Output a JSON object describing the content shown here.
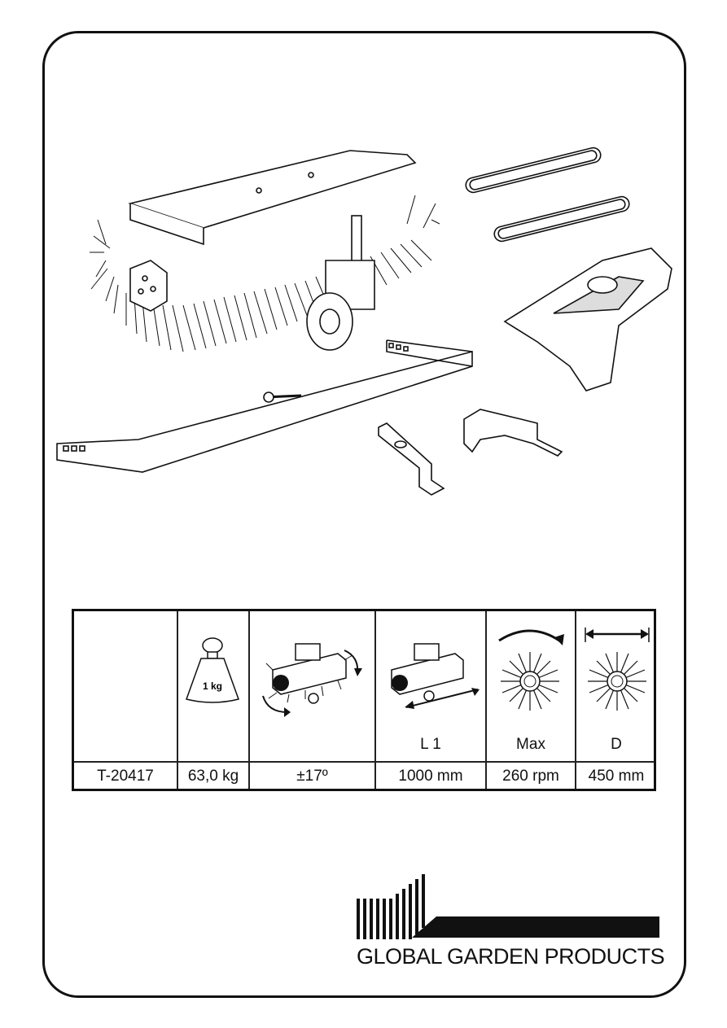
{
  "spec_table": {
    "model": "T-20417",
    "weight": {
      "icon_label": "1 kg",
      "value": "63,0 kg"
    },
    "tilt": {
      "value": "±17º"
    },
    "length": {
      "label": "L 1",
      "value": "1000 mm"
    },
    "speed": {
      "label": "Max",
      "value": "260 rpm"
    },
    "diameter": {
      "label": "D",
      "value": "450 mm"
    }
  },
  "brand": {
    "name": "GLOBAL GARDEN PRODUCTS"
  },
  "icons": [
    "sweeper-assembly-illustration",
    "drive-belt-icon",
    "belt-guard-icon",
    "mounting-bracket-icon",
    "weight-icon",
    "rotation-arrows-icon",
    "brush-width-icon",
    "brush-rotation-icon",
    "brush-diameter-icon",
    "ggp-logo-bars"
  ]
}
